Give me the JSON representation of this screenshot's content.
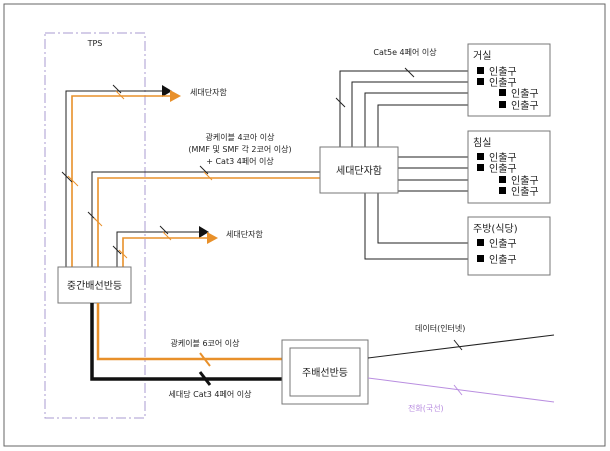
{
  "colors": {
    "optical": "#e8902a",
    "copper": "#222222",
    "phone": "#b98ee0",
    "tps_border": "#a99bd0"
  },
  "tps": {
    "label": "TPS"
  },
  "intermediate": {
    "label": "중간배선반등"
  },
  "main_distribution": {
    "label": "주배선반등"
  },
  "home_box": {
    "label": "세대단자함"
  },
  "arrow_top": {
    "label": "세대단자함"
  },
  "arrow_bottom": {
    "label": "세대단자함"
  },
  "feeder_cable": {
    "line1": "광케이블 4코아 이상",
    "line2": "(MMF 및 SMF 각 2코어 이상)",
    "line3": "+ Cat3 4페어 이상"
  },
  "cat5e": {
    "label": "Cat5e 4페어 이상"
  },
  "optical_6core": {
    "label": "광케이블 6코어 이상"
  },
  "cat3_per_unit": {
    "label": "세대당 Cat3 4페어 이상"
  },
  "data_line": {
    "label": "데이터(인터넷)"
  },
  "phone_line": {
    "label": "전화(국선)"
  },
  "rooms": [
    {
      "name": "거실",
      "outlets": [
        "인출구",
        "인출구",
        "인출구",
        "인출구"
      ]
    },
    {
      "name": "침실",
      "outlets": [
        "인출구",
        "인출구",
        "인출구",
        "인출구"
      ]
    },
    {
      "name": "주방(식당)",
      "outlets": [
        "인출구",
        "인출구"
      ]
    }
  ]
}
